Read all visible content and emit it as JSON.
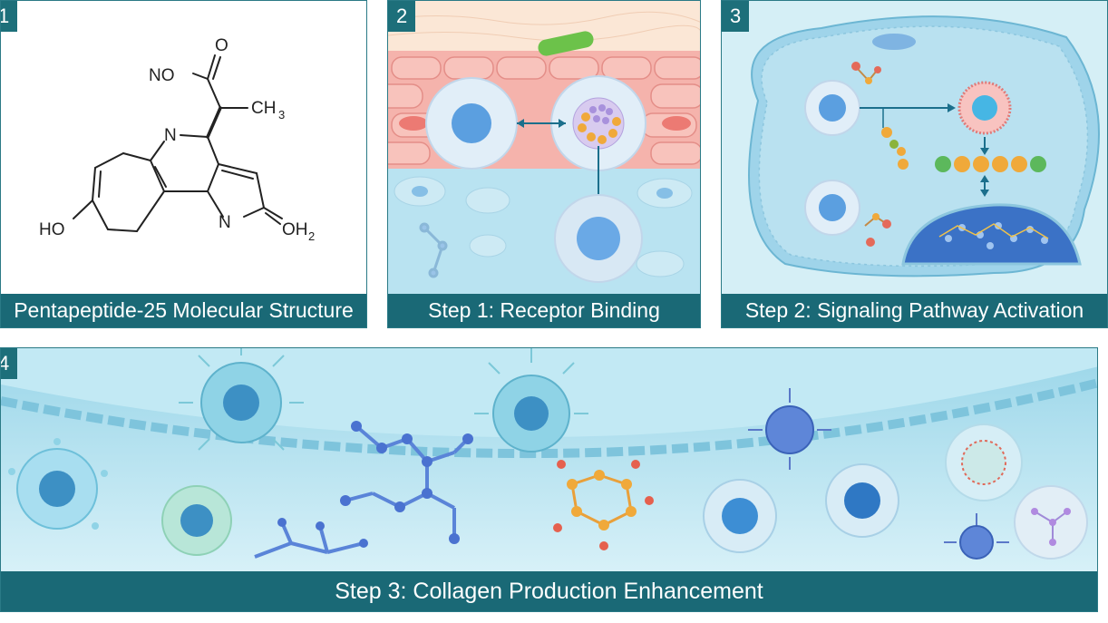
{
  "panels": [
    {
      "number": "1",
      "caption": "Pentapeptide-25 Molecular Structure"
    },
    {
      "number": "2",
      "caption": "Step 1: Receptor Binding"
    },
    {
      "number": "3",
      "caption": "Step 2: Signaling Pathway Activation"
    },
    {
      "number": "4",
      "caption": "Step 3: Collagen Production Enhancement"
    }
  ],
  "molecule": {
    "atom_no": "NO",
    "atom_o_top": "O",
    "atom_ch3": "CH",
    "atom_ch3_sub": "3",
    "atom_n_ring": "N",
    "atom_n_lower": "N",
    "atom_oh2": "OH",
    "atom_oh2_sub": "2",
    "atom_ho": "HO"
  },
  "colors": {
    "accent": "#1a6976",
    "cell_blue": "#5b9fe0",
    "tissue_pink": "#f3a7a0",
    "fluid_blue": "#bfe6f2",
    "node_orange": "#f0a93a",
    "node_green": "#5cb85c"
  }
}
